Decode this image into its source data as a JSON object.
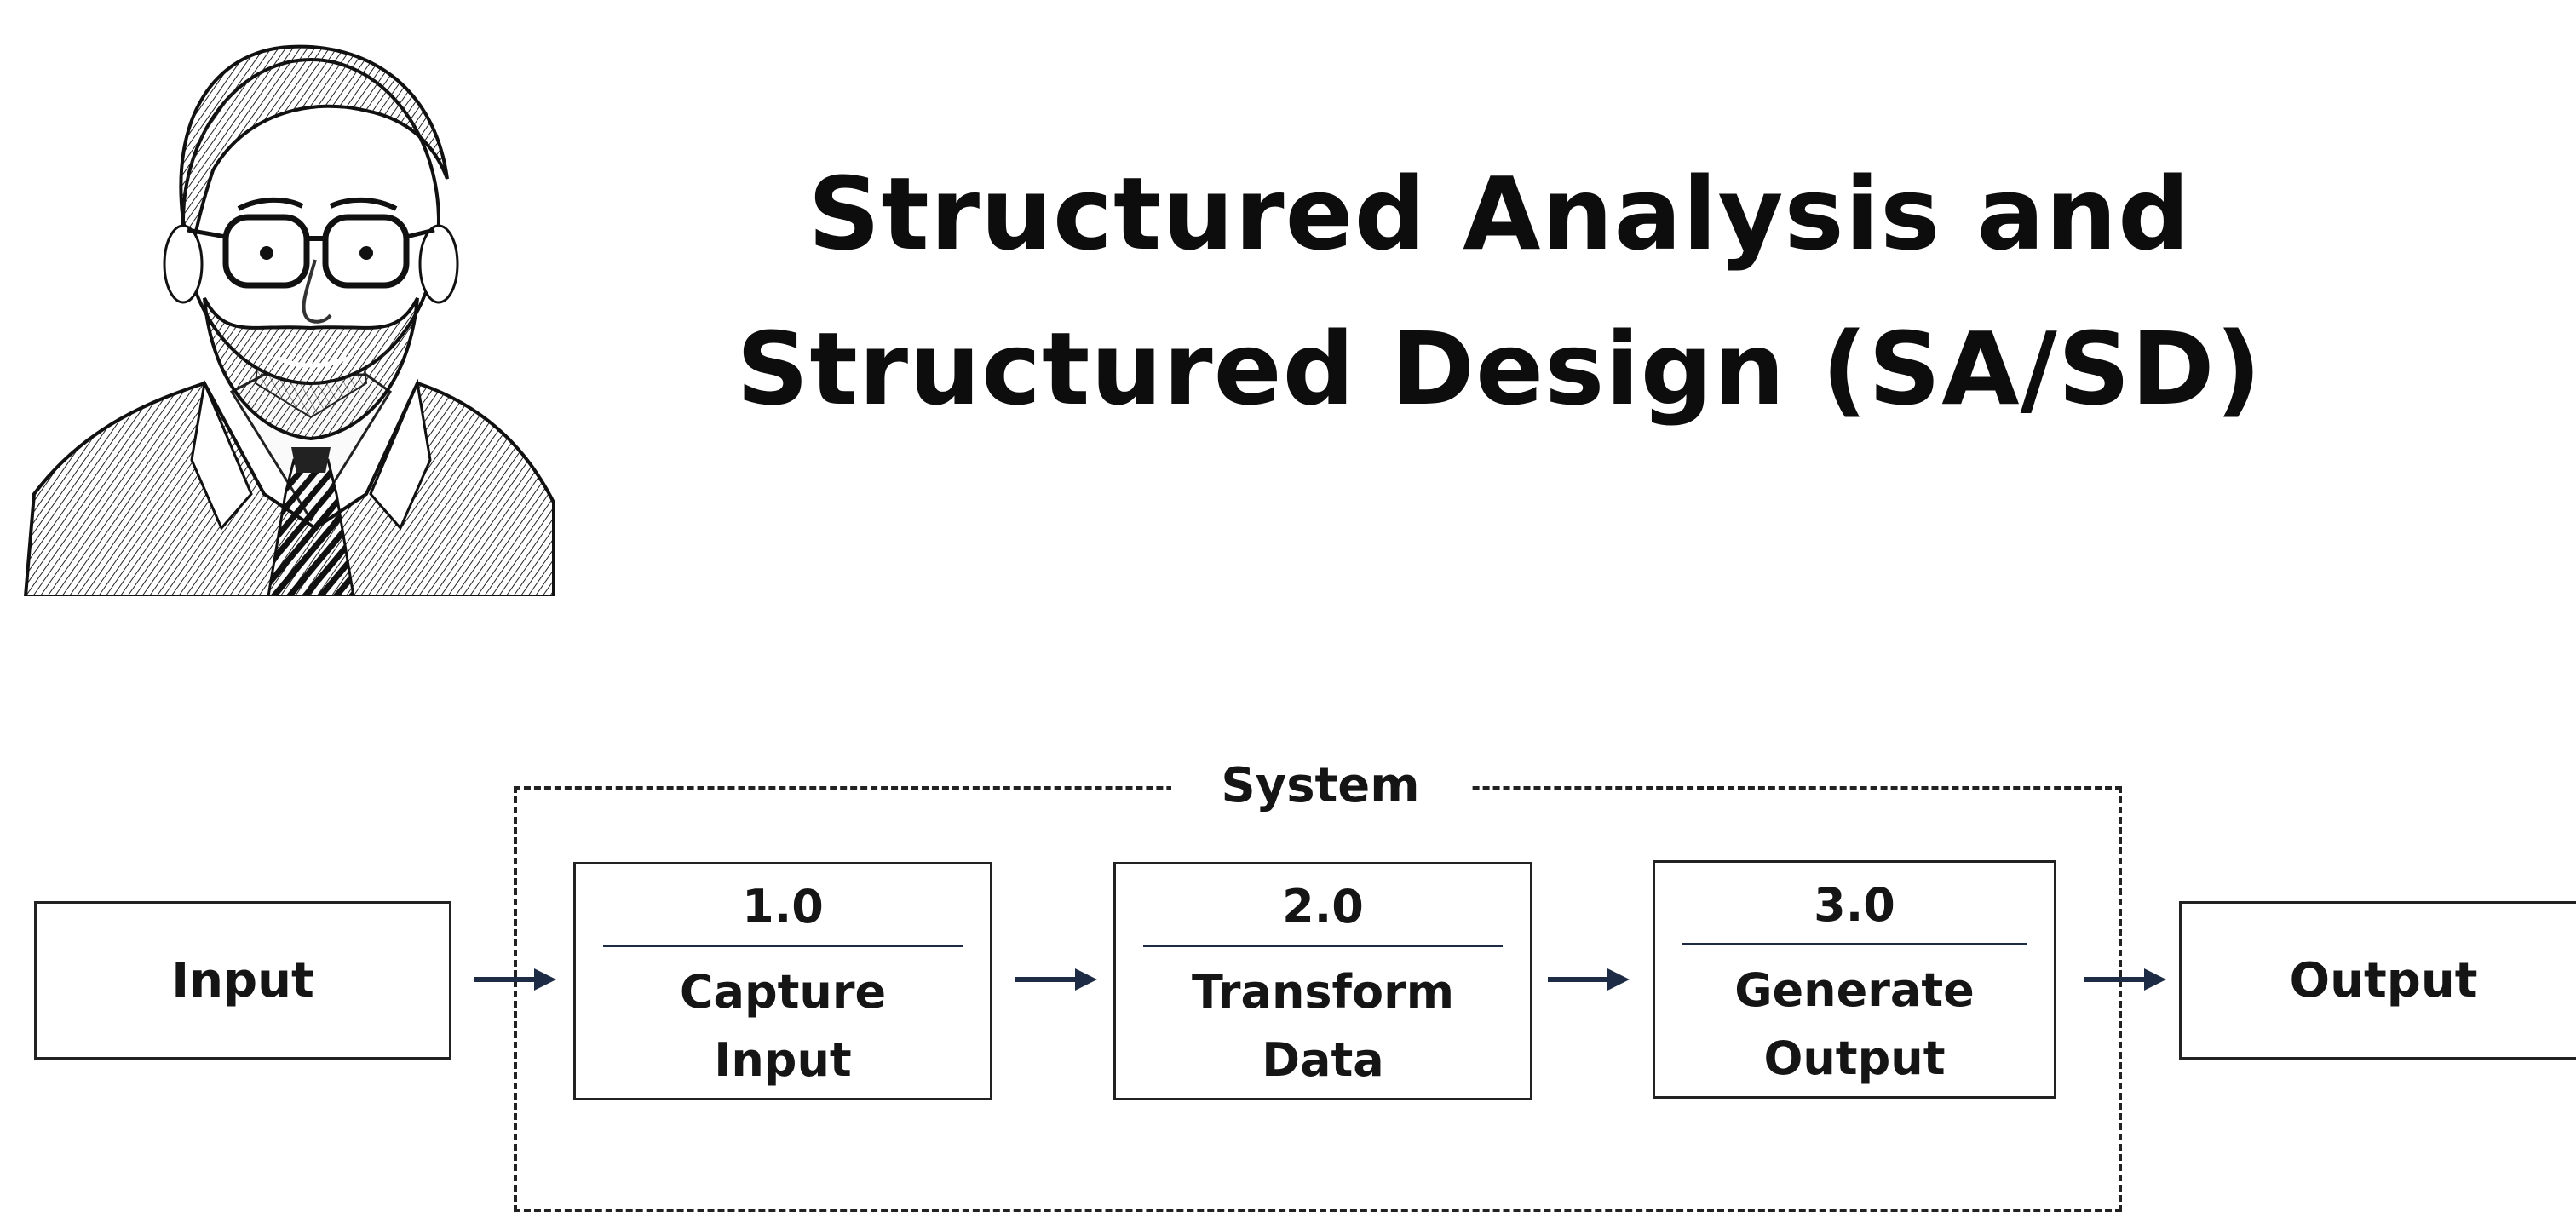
{
  "title": {
    "line1": "Structured Analysis and",
    "line2": "Structured Design (SA/SD)"
  },
  "portrait": {
    "icon": "engraved-portrait-bearded-man-glasses"
  },
  "diagram": {
    "boundary_label": "System",
    "external_input": "Input",
    "external_output": "Output",
    "processes": [
      {
        "number": "1.0",
        "name_line1": "Capture",
        "name_line2": "Input"
      },
      {
        "number": "2.0",
        "name_line1": "Transform",
        "name_line2": "Data"
      },
      {
        "number": "3.0",
        "name_line1": "Generate",
        "name_line2": "Output"
      }
    ],
    "arrow_color": "#1e2b45"
  }
}
